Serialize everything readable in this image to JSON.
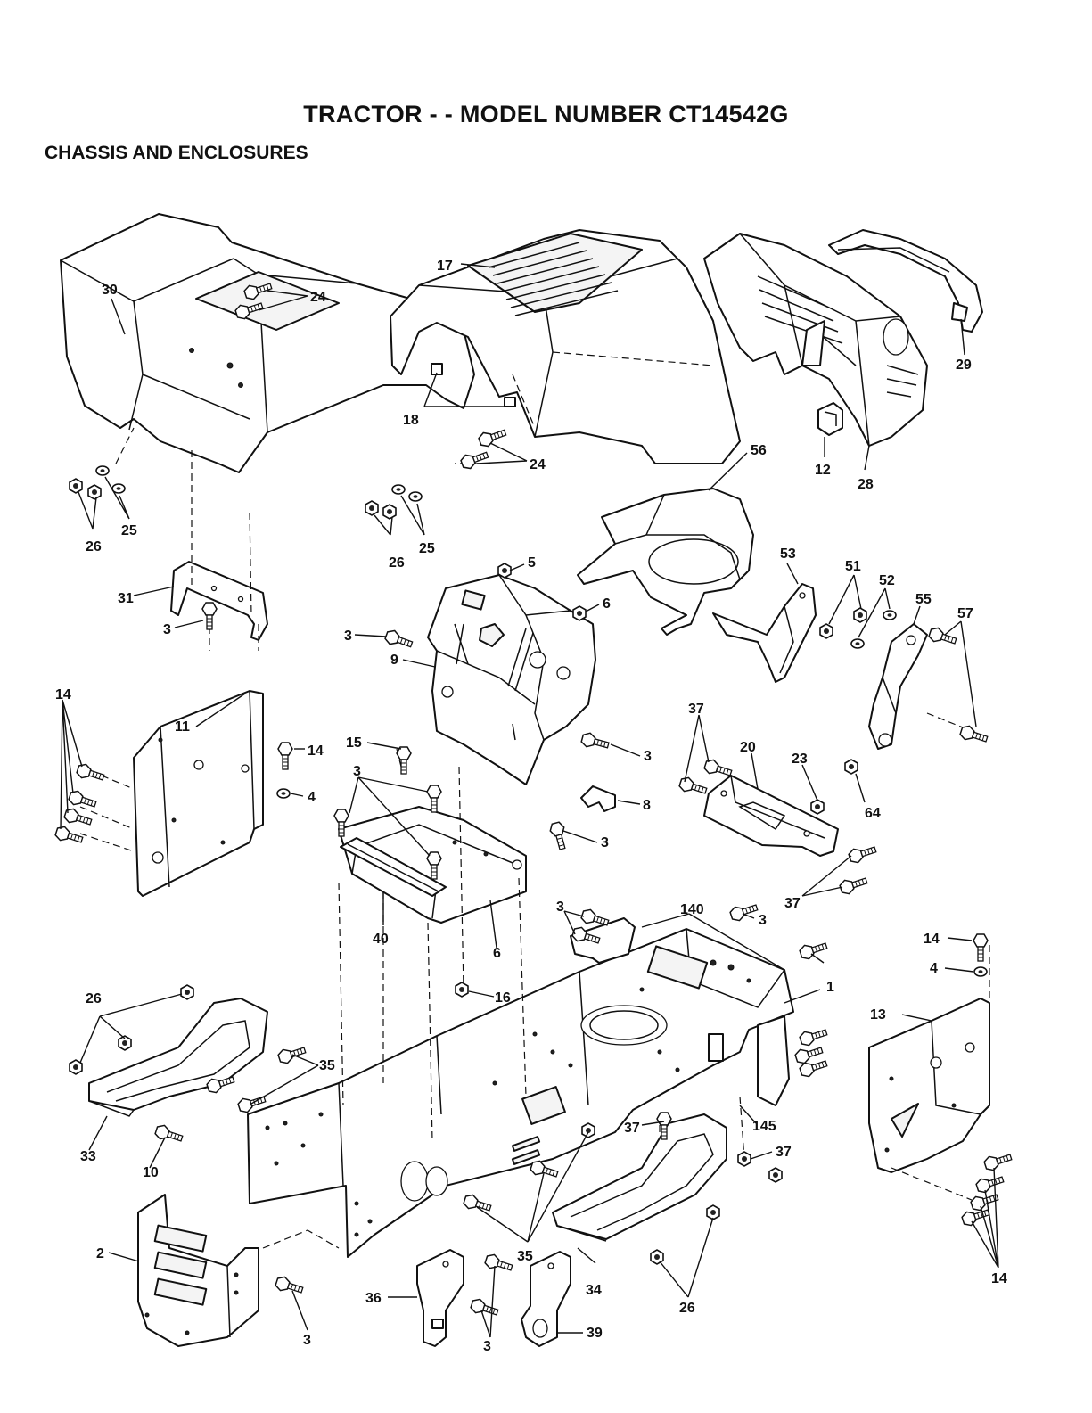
{
  "header": {
    "title": "TRACTOR - - MODEL NUMBER CT14542G",
    "section": "CHASSIS AND ENCLOSURES"
  },
  "callouts": [
    "30",
    "24",
    "17",
    "18",
    "29",
    "12",
    "28",
    "56",
    "24",
    "26",
    "25",
    "26",
    "25",
    "31",
    "3",
    "5",
    "6",
    "53",
    "51",
    "52",
    "55",
    "57",
    "3",
    "9",
    "15",
    "14",
    "4",
    "11",
    "14",
    "3",
    "37",
    "20",
    "23",
    "64",
    "3",
    "8",
    "3",
    "37",
    "40",
    "6",
    "3",
    "140",
    "3",
    "14",
    "4",
    "16",
    "1",
    "13",
    "26",
    "35",
    "33",
    "10",
    "37",
    "145",
    "37",
    "2",
    "3",
    "35",
    "36",
    "39",
    "3",
    "34",
    "26",
    "14"
  ],
  "icons": {
    "hex-bolt": "hex-bolt-icon",
    "hex-nut": "hex-nut-icon",
    "washer": "washer-icon"
  }
}
